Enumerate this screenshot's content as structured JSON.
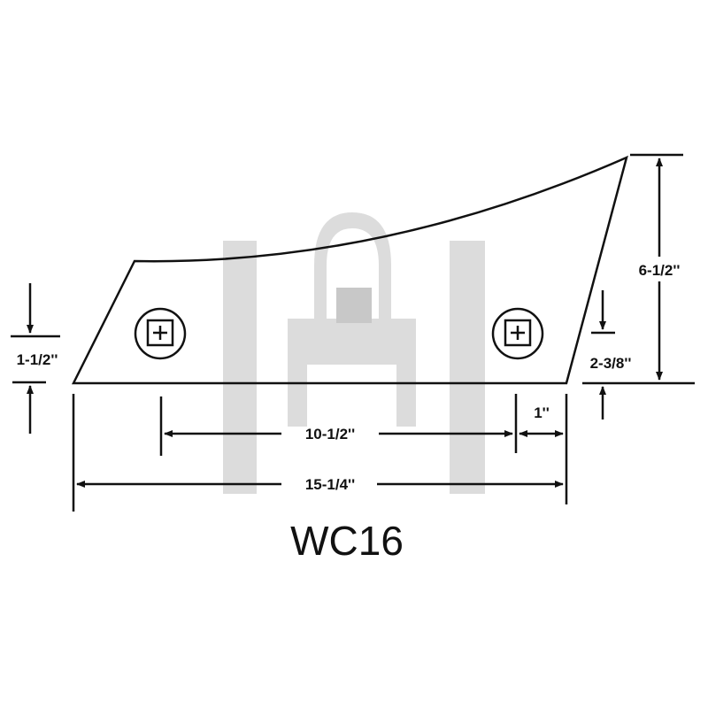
{
  "part": {
    "model": "WC16",
    "watermark_color": "#d9d9d9"
  },
  "dimensions": {
    "overall_length": "15-1/4''",
    "hole_spacing": "10-1/2''",
    "hole_edge_offset": "1''",
    "left_height": "1-1/2''",
    "hole_height": "2-3/8''",
    "overall_height": "6-1/2''"
  }
}
